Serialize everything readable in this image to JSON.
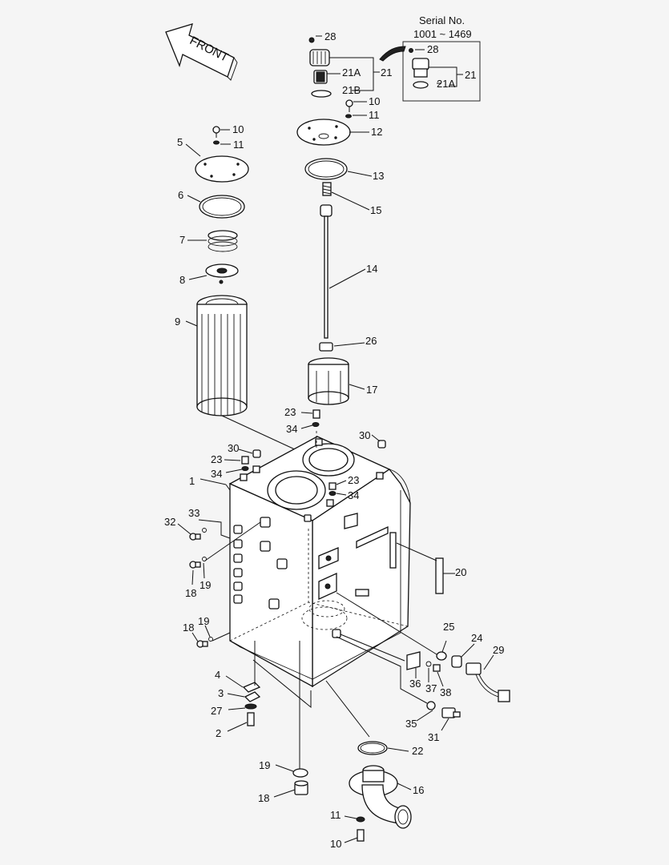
{
  "front_label": "FRONT",
  "inset": {
    "title_line1": "Serial No.",
    "title_line2": "1001 ~ 1469"
  },
  "callouts": {
    "c28a": "28",
    "c21a_a": "21A",
    "c21_a": "21",
    "c21b": "21B",
    "c28b": "28",
    "c21a_b": "21A",
    "c21_b": "21",
    "c10a": "10",
    "c11a": "11",
    "c12": "12",
    "c13": "13",
    "c15": "15",
    "c14": "14",
    "c26": "26",
    "c17": "17",
    "c10b": "10",
    "c11b": "11",
    "c5": "5",
    "c6": "6",
    "c7": "7",
    "c8": "8",
    "c9": "9",
    "c23a": "23",
    "c34a": "34",
    "c30a": "30",
    "c23b": "23",
    "c34b": "34",
    "c30b": "30",
    "c23c": "23",
    "c34c": "34",
    "c1": "1",
    "c33": "33",
    "c32": "32",
    "c19a": "19",
    "c18a": "18",
    "c20": "20",
    "c18b": "18",
    "c19b": "19",
    "c25": "25",
    "c24": "24",
    "c29": "29",
    "c36": "36",
    "c37": "37",
    "c38": "38",
    "c4": "4",
    "c3": "3",
    "c27": "27",
    "c2": "2",
    "c35": "35",
    "c31": "31",
    "c22": "22",
    "c19c": "19",
    "c18c": "18",
    "c16": "16",
    "c11c": "11",
    "c10c": "10"
  }
}
